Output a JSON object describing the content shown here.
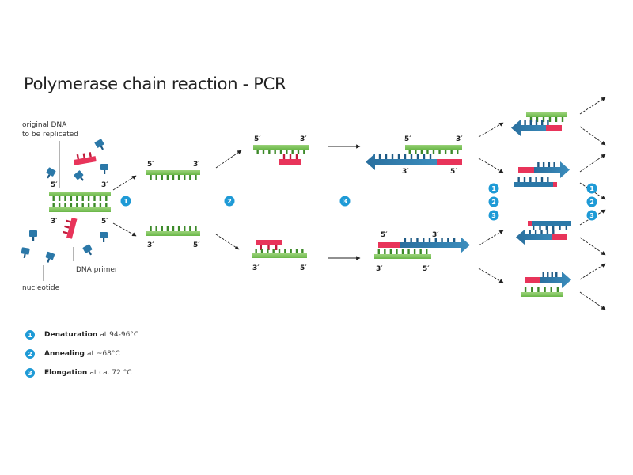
{
  "title": "Polymerase chain reaction - PCR",
  "colors": {
    "template_green": "#7dc45a",
    "template_tooth": "#3d8a2a",
    "primer_red": "#e8345a",
    "new_blue": "#2b78a8",
    "step_badge": "#1e9ad6",
    "arrow": "#222222"
  },
  "labels": {
    "original_dna": [
      "original DNA",
      "to be replicated"
    ],
    "dna_primer": "DNA primer",
    "nucleotide": "nucleotide",
    "five_prime": "5′",
    "three_prime": "3′"
  },
  "steps": [
    {
      "number": "1",
      "name": "Denaturation",
      "condition": "at 94-96°C"
    },
    {
      "number": "2",
      "name": "Annealing",
      "condition": "at ~68°C"
    },
    {
      "number": "3",
      "name": "Elongation",
      "condition": "at ca. 72 °C"
    }
  ]
}
